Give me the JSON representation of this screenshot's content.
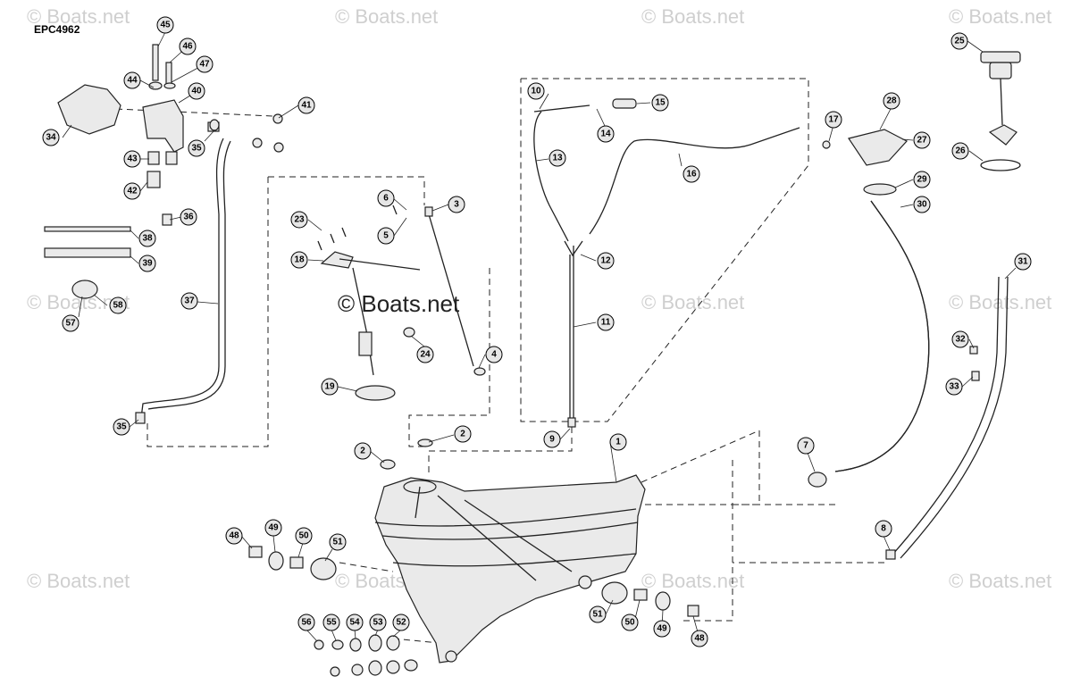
{
  "diagram_code": "EPC4962",
  "watermark": "© Boats.net",
  "center_watermark": "© Boats.net",
  "callouts": [
    "1",
    "2",
    "2",
    "3",
    "4",
    "5",
    "6",
    "7",
    "8",
    "9",
    "10",
    "11",
    "12",
    "13",
    "14",
    "15",
    "16",
    "17",
    "18",
    "19",
    "23",
    "24",
    "25",
    "26",
    "27",
    "28",
    "29",
    "30",
    "31",
    "32",
    "33",
    "34",
    "35",
    "35",
    "36",
    "37",
    "38",
    "39",
    "40",
    "41",
    "42",
    "43",
    "44",
    "45",
    "46",
    "47",
    "48",
    "48",
    "49",
    "49",
    "50",
    "50",
    "51",
    "51",
    "52",
    "53",
    "54",
    "55",
    "56",
    "57",
    "58"
  ]
}
